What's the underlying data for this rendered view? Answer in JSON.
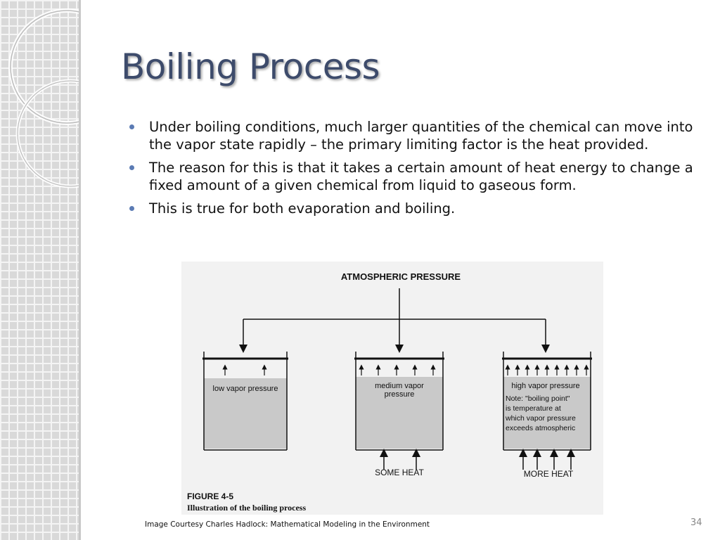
{
  "slide": {
    "title": "Boiling Process",
    "bullets": [
      "Under boiling conditions, much larger quantities of the chemical can move into the vapor state rapidly – the primary limiting factor is the heat provided.",
      "The reason for this is that it takes a certain amount of heat energy to change a fixed amount of a given chemical from liquid to gaseous form.",
      "This is true for both evaporation and boiling."
    ],
    "courtesy": "Image Courtesy Charles Hadlock:  Mathematical Modeling in the Environment",
    "page_number": "34"
  },
  "figure": {
    "top_label": "ATMOSPHERIC PRESSURE",
    "container_left": {
      "label": "low vapor pressure"
    },
    "container_middle": {
      "label_line1": "medium vapor",
      "label_line2": "pressure",
      "heat_label": "SOME HEAT"
    },
    "container_right": {
      "label": "high vapor pressure",
      "note_line1": "Note: \"boiling point\"",
      "note_line2": "is temperature at",
      "note_line3": "which vapor pressure",
      "note_line4": "exceeds atmospheric",
      "heat_label": "MORE HEAT"
    },
    "caption_title": "FIGURE  4-5",
    "caption_text": "Illustration of the boiling process"
  },
  "colors": {
    "title": "#3d4b6b",
    "bullet": "#5b7bb4",
    "liquid": "#c9c9c9"
  }
}
